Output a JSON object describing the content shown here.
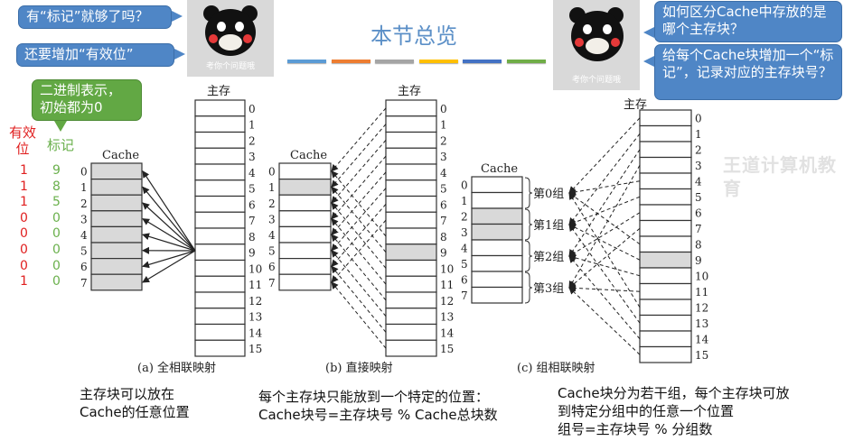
{
  "watermark": "王道计算机教育",
  "title": "本节总览",
  "title_bar_colors": [
    "#5b9bd5",
    "#ed7d31",
    "#a5a5a5",
    "#ffc000",
    "#4472c4",
    "#70ad47"
  ],
  "left_bubbles": [
    "有“标记”就够了吗？",
    "还要增加“有效位”"
  ],
  "green_bubble": "二进制表示，初始都为0",
  "right_bubbles": [
    "如何区分Cache中存放的是哪个主存块？",
    "给每个Cache块增加一个“标记”，记录对应的主存块号？"
  ],
  "meme_caption": "考你个问题哦",
  "valid_header": "有效位",
  "tag_header": "标记",
  "valid_bits": [
    "1",
    "1",
    "1",
    "0",
    "0",
    "0",
    "0",
    "1"
  ],
  "tags": [
    "9",
    "8",
    "5",
    "0",
    "0",
    "0",
    "0",
    "0"
  ],
  "colors": {
    "valid": "#e02020",
    "tag": "#6ab04c",
    "bubble": "#4f86c6",
    "green_bubble": "#62a844",
    "highlight": "#d9d9d9"
  },
  "cache_label": "Cache",
  "memory_label": "主存",
  "cache_indices": [
    "0",
    "1",
    "2",
    "3",
    "4",
    "5",
    "6",
    "7"
  ],
  "memory_indices": [
    "0",
    "1",
    "2",
    "3",
    "4",
    "5",
    "6",
    "7",
    "8",
    "9",
    "10",
    "11",
    "12",
    "13",
    "14",
    "15"
  ],
  "diagrams": [
    {
      "caption": "(a) 全相联映射",
      "highlight_cache": [
        0,
        1,
        2,
        3,
        4,
        5,
        6,
        7
      ],
      "highlight_memory": [],
      "description": [
        "主存块可以放在",
        "Cache的任意位置"
      ]
    },
    {
      "caption": "(b) 直接映射",
      "highlight_cache": [
        1
      ],
      "highlight_memory": [
        9
      ],
      "description": [
        "每个主存块只能放到一个特定的位置：",
        "Cache块号=主存块号 % Cache总块数"
      ]
    },
    {
      "caption": "(c) 组相联映射",
      "highlight_cache": [
        2,
        3
      ],
      "highlight_memory": [
        9
      ],
      "groups": [
        "第0组",
        "第1组",
        "第2组",
        "第3组"
      ],
      "description": [
        "Cache块分为若干组，每个主存块可放",
        "到特定分组中的任意一个位置",
        "组号=主存块号 % 分组数"
      ]
    }
  ]
}
